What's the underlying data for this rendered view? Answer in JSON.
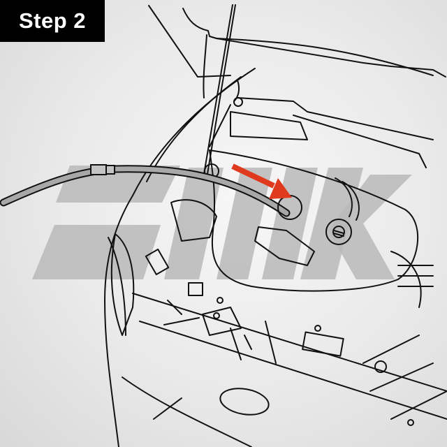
{
  "badge": {
    "label": "Step 2"
  },
  "illustration": {
    "subject": "open car hood engine bay line drawing",
    "watermark_text": "SNIK",
    "hose": "oil extraction hose inserted into dipstick tube",
    "arrow": {
      "direction": "down-right",
      "color": "#e03a1e"
    }
  },
  "colors": {
    "badge_bg": "#000000",
    "badge_text": "#ffffff",
    "line": "#111111",
    "watermark": "#b9b9b9",
    "arrow": "#e03a1e",
    "hose_fill": "#a8a8a8"
  }
}
